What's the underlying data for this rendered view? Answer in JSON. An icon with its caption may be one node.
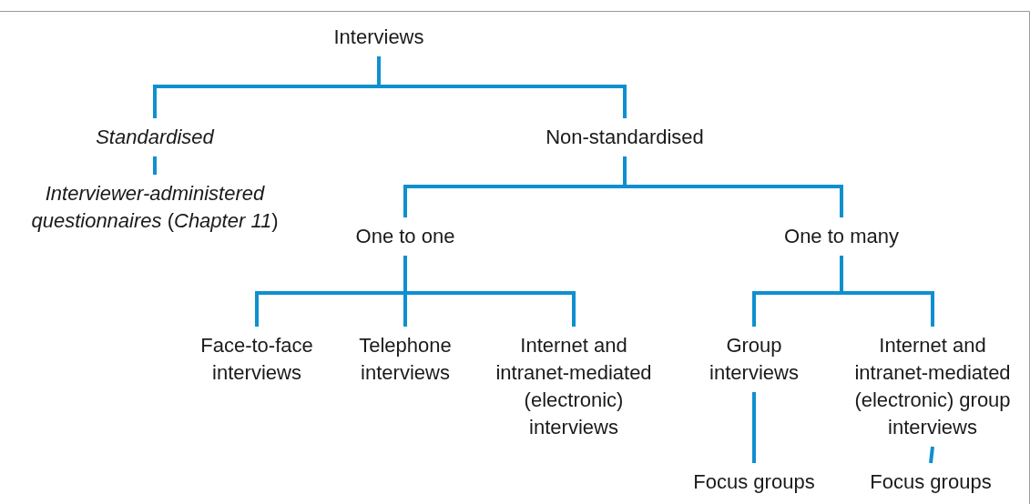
{
  "diagram": {
    "nodes": [
      {
        "text": [
          "Interviews"
        ]
      },
      {
        "text": [
          "Standardised"
        ]
      },
      {
        "text": [
          "*Interviewer-administered questionnaires* (*Chapter 11*)"
        ]
      },
      {
        "text": [
          "Non-standardised"
        ]
      },
      {
        "text": [
          "One to one"
        ]
      },
      {
        "text": [
          "One to many"
        ]
      },
      {
        "text": [
          "Face-to-face interviews"
        ]
      },
      {
        "text": [
          "Telephone interviews"
        ]
      },
      {
        "text": [
          "Internet and intranet-mediated (electronic) interviews"
        ]
      },
      {
        "text": [
          "Group interviews"
        ]
      },
      {
        "text": [
          "Internet and intranet-mediated (electronic) group interviews"
        ]
      },
      {
        "text": [
          "Focus groups"
        ]
      },
      {
        "text": [
          "Focus groups"
        ]
      }
    ],
    "edges": [
      {
        "from": 0,
        "to": 1,
        "arrow": "none"
      },
      {
        "from": 0,
        "to": 3,
        "arrow": "none"
      },
      {
        "from": 1,
        "to": 2,
        "arrow": "none"
      },
      {
        "from": 3,
        "to": 4,
        "arrow": "none"
      },
      {
        "from": 3,
        "to": 5,
        "arrow": "none"
      },
      {
        "from": 4,
        "to": 6,
        "arrow": "none"
      },
      {
        "from": 4,
        "to": 7,
        "arrow": "none"
      },
      {
        "from": 4,
        "to": 8,
        "arrow": "none"
      },
      {
        "from": 5,
        "to": 9,
        "arrow": "none"
      },
      {
        "from": 5,
        "to": 10,
        "arrow": "none"
      },
      {
        "from": 9,
        "to": 11,
        "arrow": "none"
      },
      {
        "from": 10,
        "to": 12,
        "arrow": "none"
      }
    ]
  }
}
